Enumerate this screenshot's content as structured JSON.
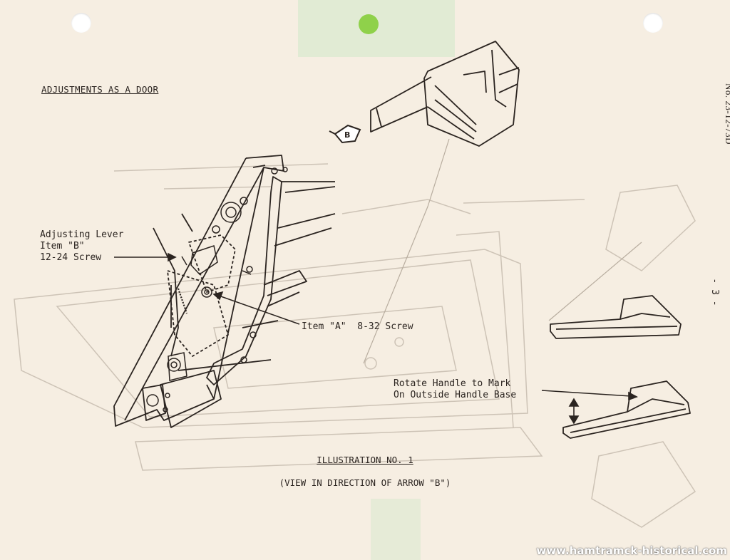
{
  "document": {
    "doc_number": "No. 23-12-73D",
    "page_number": "- 3 -",
    "heading": "ADJUSTMENTS AS A DOOR"
  },
  "callouts": {
    "adjusting_lever": "Adjusting Lever",
    "item_b": "Item \"B\"",
    "screw_12_24": "12-24 Screw",
    "item_a": "Item \"A\"  8-32 Screw",
    "rotate_handle_line1": "Rotate Handle to Mark",
    "rotate_handle_line2": "On Outside Handle Base",
    "arrow_b_marker": "B"
  },
  "caption": {
    "title": "ILLUSTRATION NO. 1",
    "subtitle": "(VIEW IN DIRECTION OF ARROW \"B\")"
  },
  "watermark": "www.hamtramck-historical.com",
  "colors": {
    "paper": "#f6eee2",
    "ink": "#2b2420",
    "bleed_through": "#c9bfb2",
    "green_dot": "#8fd14a"
  }
}
